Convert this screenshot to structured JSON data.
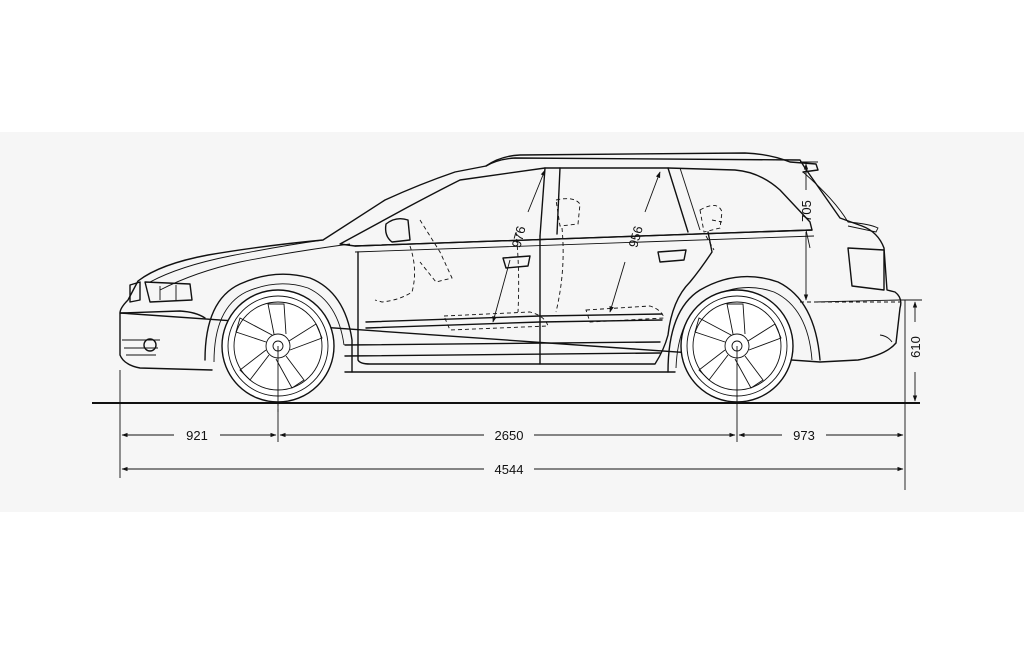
{
  "background": "#ffffff",
  "panel_color": "#f6f6f6",
  "line_color": "#111111",
  "dimensions": {
    "front_overhang": "921",
    "wheelbase": "2650",
    "rear_overhang": "973",
    "overall_length": "4544",
    "front_headroom": "976",
    "rear_headroom": "956",
    "cargo_height": "705",
    "loading_sill_height": "610"
  }
}
